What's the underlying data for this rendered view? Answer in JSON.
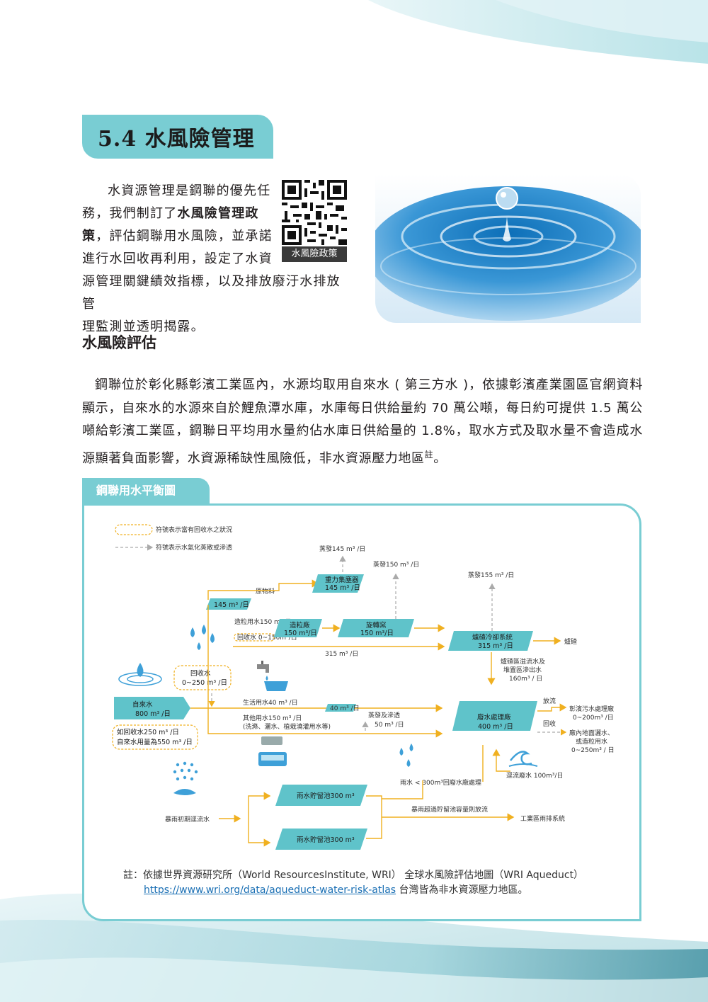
{
  "section": {
    "title": "5.4 水風險管理"
  },
  "intro": {
    "line1": "水資源管理是鋼聯的優先任",
    "line2_a": "務，我們制訂了",
    "line2_b": "水風險管理政",
    "line3_a": "策",
    "line3_b": "，評估鋼聯用水風險，並承諾",
    "line4": "進行水回收再利用，設定了水資",
    "line5": "源管理關鍵績效指標，以及排放廢汙水排放管",
    "line6": "理監測並透明揭露。"
  },
  "qr": {
    "label": "水風險政策"
  },
  "assessment": {
    "heading": "水風險評估",
    "paragraph": "鋼聯位於彰化縣彰濱工業區內，水源均取用自來水 ( 第三方水 )，依據彰濱產業園區官網資料顯示，自來水的水源來自於鯉魚潭水庫，水庫每日供給量約 70 萬公噸，每日約可提供 1.5 萬公噸給彰濱工業區，鋼聯日平均用水量約佔水庫日供給量的 1.8%，取水方式及取水量不會造成水源顯著負面影響，水資源稀缺性風險低，非水資源壓力地區",
    "footnote_mark": "註",
    "end": "。"
  },
  "diagram": {
    "tab": "鋼聯用水平衡圖",
    "legend_recycle": "符號表示當有回收水之狀況",
    "legend_evap": "符號表示水氣化蒸散或滲透",
    "evap_145": "蒸發145 m³ /日",
    "evap_150": "蒸發150 m³ /日",
    "evap_155": "蒸發155 m³ /日",
    "raw": "原物料",
    "gravity_dust": "重力集塵器",
    "gravity_dust_val": "145 m³ /日",
    "in_145": "145 m³ /日",
    "granul_use": "造粒用水150 m³/日",
    "recycled_small": "回收水 0~150m³/日",
    "granulation": "造粒廠",
    "granulation_val": "150 m³/日",
    "rotary": "旋轉窯",
    "rotary_val": "150 m³/日",
    "furnace": "爐碴冷卻系統",
    "furnace_val": "315 m³ /日",
    "slag": "爐碴",
    "val_315": "315 m³ /日",
    "slag_overflow_1": "爐碴區溢流水及",
    "slag_overflow_2": "堆置區滲出水",
    "slag_overflow_3": "160m³ / 日",
    "recycle_label": "回收水",
    "recycle_val": "0~250 m³ /日",
    "tap": "自來水",
    "tap_val": "800 m³ /日",
    "if_recycle_1": "如回收水250 m³ /日",
    "if_recycle_2": "自來水用量為550 m³ /日",
    "domestic": "生活用水40 m³ /日",
    "other_use_1": "其他用水150 m³ /日",
    "other_use_2": "(洗滌、灑水、植栽澆灌用水等)",
    "val_40": "40 m³ /日",
    "evap_seep_1": "蒸發及滲透",
    "evap_seep_2": "50 m³ /日",
    "wwtp": "廢水處理廠",
    "wwtp_val": "400 m³ /日",
    "discharge": "放流",
    "recycle2": "回收",
    "changbin_1": "彰濱污水處理廠",
    "changbin_2": "0~200m³ /日",
    "plant_use_1": "廠內地面灑水、",
    "plant_use_2": "或造粒用水",
    "plant_use_3": "0~250m³ / 日",
    "rain_to_wwtp": "雨水 < 300m³回廢水廠處理",
    "runoff": "逕流廢水 100m³/日",
    "storm_first": "暴雨初期逕流水",
    "pond1": "雨水貯留池300 m³",
    "pond2": "雨水貯留池300 m³",
    "overflow": "暴雨超過貯留池容量則放流",
    "industrial_drain": "工業區雨排系統",
    "note_1": "註：依據世界資源研究所（World ResourcesInstitute, WRI） 全球水風險評估地圖（WRI Aqueduct）",
    "note_link": "https://www.wri.org/data/aqueduct-water-risk-atlas",
    "note_2": " 台灣皆為非水資源壓力地區。"
  },
  "colors": {
    "accent": "#79cdd3",
    "box": "#5fc3ca",
    "arrow": "#f0b020"
  }
}
